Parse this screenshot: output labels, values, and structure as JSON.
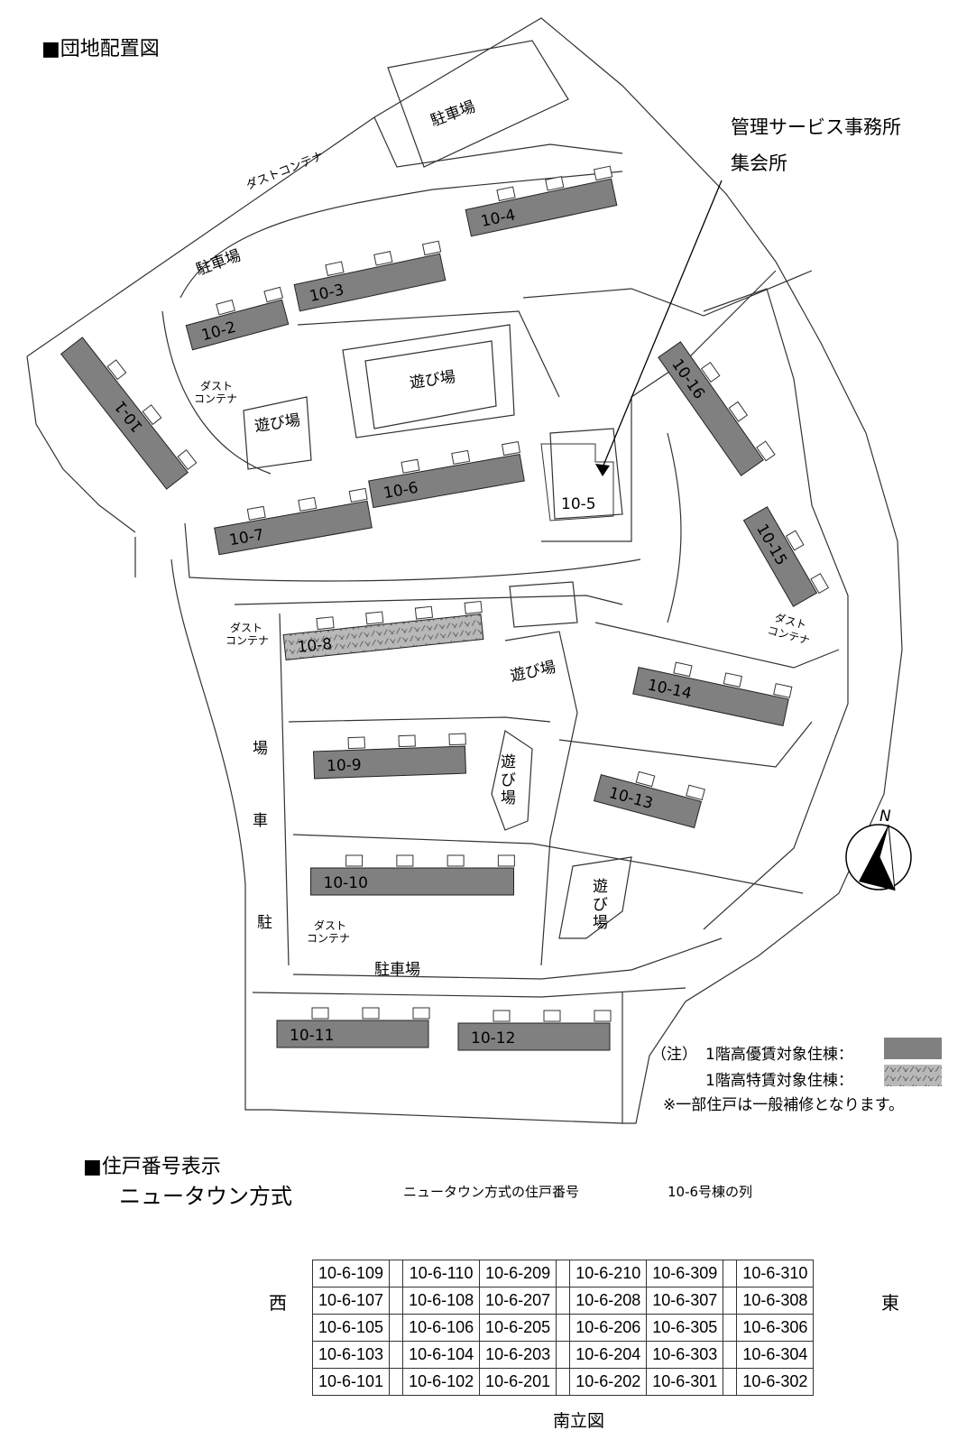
{
  "title": "■団地配置図",
  "map": {
    "buildings": [
      "10-1",
      "10-2",
      "10-3",
      "10-4",
      "10-5",
      "10-6",
      "10-7",
      "10-8",
      "10-9",
      "10-10",
      "10-11",
      "10-12",
      "10-13",
      "10-14",
      "10-15",
      "10-16"
    ],
    "labels": {
      "parking": "駐車場",
      "parking_vertical": [
        "駐",
        "車",
        "場"
      ],
      "dust_container": "ダストコンテナ",
      "dust_lines": [
        "ダスト",
        "コンテナ"
      ],
      "playground": "遊び場",
      "playground_vertical": [
        "遊",
        "び",
        "場"
      ],
      "office_line1": "管理サービス事務所",
      "office_line2": "集会所",
      "north": "N"
    },
    "colors": {
      "priority": "#808080",
      "special": "#b8b8b8",
      "line": "#333333"
    }
  },
  "legend": {
    "note": "（注）",
    "item1": "1階高優賃対象住棟：",
    "item2": "1階高特賃対象住棟：",
    "footnote": "※一部住戸は一般補修となります。"
  },
  "units": {
    "heading": "■住戸番号表示",
    "subheading": "ニュータウン方式",
    "caption1": "ニュータウン方式の住戸番号",
    "caption2": "10-6号棟の列",
    "west": "西",
    "east": "東",
    "south_elevation": "南立図",
    "rows": [
      [
        "10-6-109",
        "10-6-110",
        "10-6-209",
        "10-6-210",
        "10-6-309",
        "10-6-310"
      ],
      [
        "10-6-107",
        "10-6-108",
        "10-6-207",
        "10-6-208",
        "10-6-307",
        "10-6-308"
      ],
      [
        "10-6-105",
        "10-6-106",
        "10-6-205",
        "10-6-206",
        "10-6-305",
        "10-6-306"
      ],
      [
        "10-6-103",
        "10-6-104",
        "10-6-203",
        "10-6-204",
        "10-6-303",
        "10-6-304"
      ],
      [
        "10-6-101",
        "10-6-102",
        "10-6-201",
        "10-6-202",
        "10-6-301",
        "10-6-302"
      ]
    ]
  }
}
